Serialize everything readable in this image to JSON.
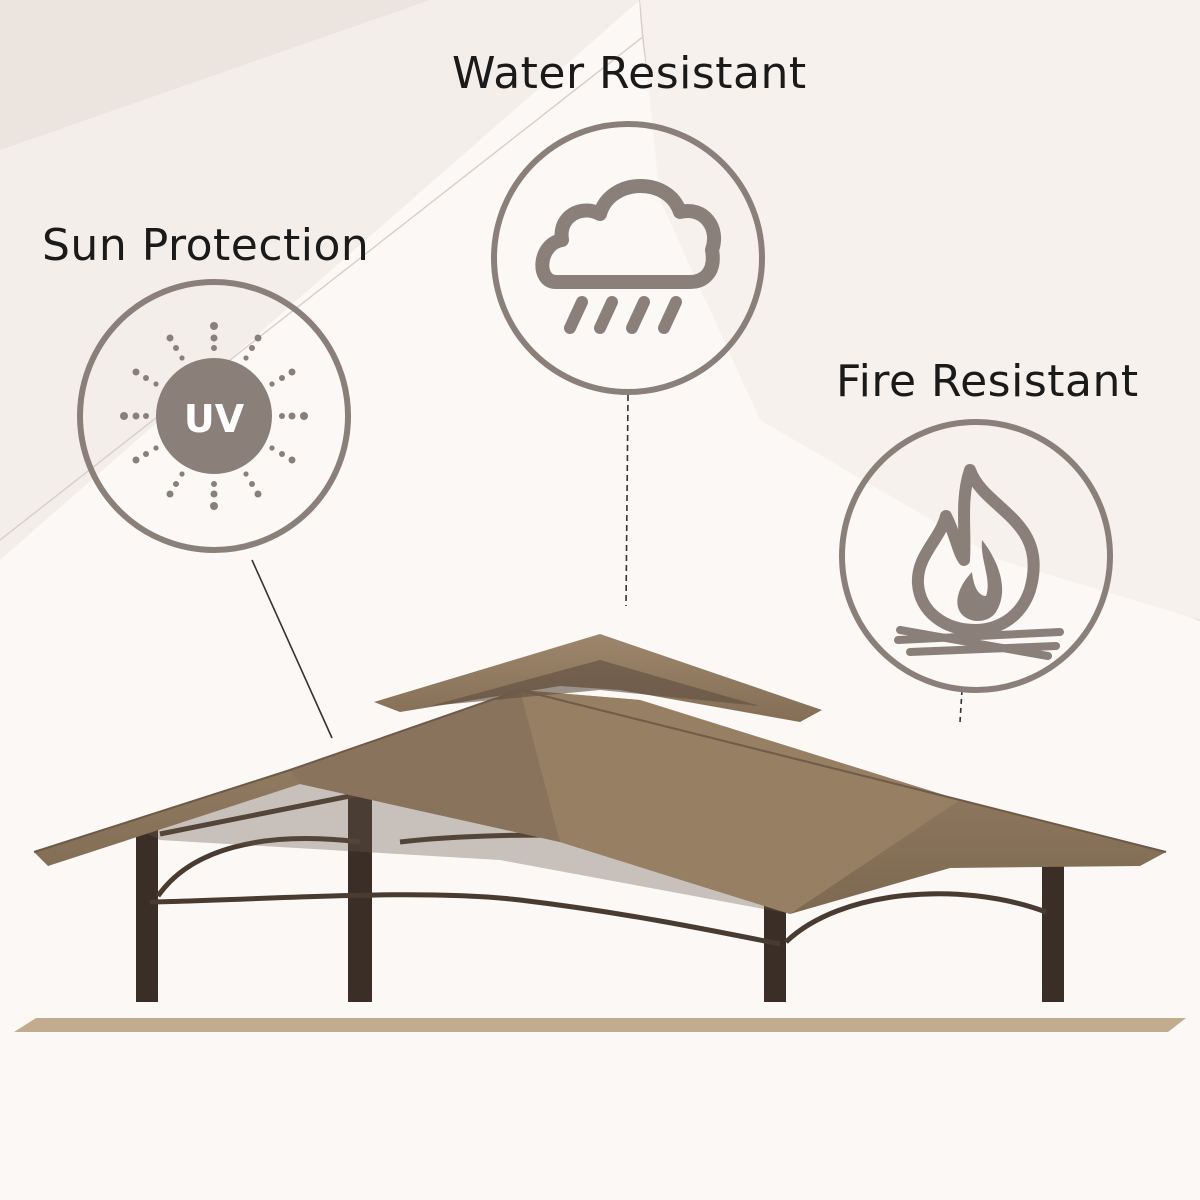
{
  "features": {
    "water": {
      "label": "Water Resistant",
      "icon": "rain-cloud-icon"
    },
    "sun": {
      "label": "Sun Protection",
      "icon": "uv-sun-icon",
      "badge": "UV"
    },
    "fire": {
      "label": "Fire Resistant",
      "icon": "flame-icon"
    }
  },
  "colors": {
    "icon_gray": "#8b8079",
    "canopy": "#8a735c",
    "frame": "#3a2e27",
    "ground": "#c2ab8f",
    "background": "#fbf8f6"
  }
}
